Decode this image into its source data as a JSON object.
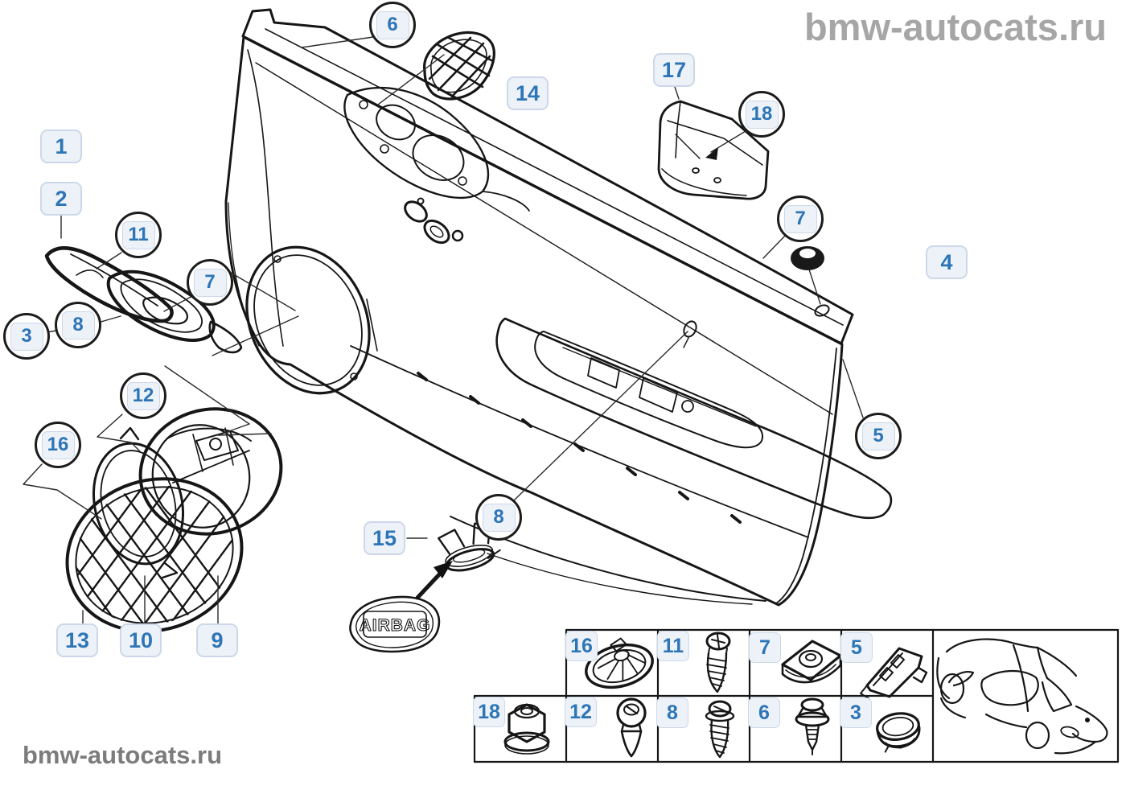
{
  "watermarks": {
    "top_right": "bmw-autocats.ru",
    "bottom_left": "bmw-autocats.ru"
  },
  "airbag_badge": {
    "text": "AIRBAG"
  },
  "colors": {
    "label_text": "#2e75b6",
    "label_bg": "#edf2f9",
    "label_border": "#ccd8e9",
    "line_art": "#161616",
    "watermark_top": "#a6a6a6",
    "watermark_bottom": "#7c7c7c"
  },
  "diagram_labels": [
    {
      "num": "1",
      "style": "badge"
    },
    {
      "num": "2",
      "style": "badge"
    },
    {
      "num": "11",
      "style": "circle"
    },
    {
      "num": "7",
      "style": "circle"
    },
    {
      "num": "3",
      "style": "circle"
    },
    {
      "num": "8",
      "style": "circle"
    },
    {
      "num": "6",
      "style": "circle"
    },
    {
      "num": "14",
      "style": "badge"
    },
    {
      "num": "17",
      "style": "badge"
    },
    {
      "num": "18",
      "style": "circle"
    },
    {
      "num": "7",
      "style": "circle"
    },
    {
      "num": "4",
      "style": "badge"
    },
    {
      "num": "5",
      "style": "circle"
    },
    {
      "num": "12",
      "style": "circle"
    },
    {
      "num": "16",
      "style": "circle"
    },
    {
      "num": "8",
      "style": "circle"
    },
    {
      "num": "15",
      "style": "badge"
    },
    {
      "num": "13",
      "style": "badge"
    },
    {
      "num": "10",
      "style": "badge"
    },
    {
      "num": "9",
      "style": "badge"
    }
  ],
  "fastener_table": {
    "row1": [
      {
        "label": "16",
        "icon": "washer-grommet"
      },
      {
        "label": "11",
        "icon": "round-head-screw"
      },
      {
        "label": "7",
        "icon": "clip-nut"
      },
      {
        "label": "5",
        "icon": "bracket-clip"
      }
    ],
    "row2": [
      {
        "label": "18",
        "icon": "flange-nut"
      },
      {
        "label": "12",
        "icon": "expansion-rivet"
      },
      {
        "label": "8",
        "icon": "pan-head-screw"
      },
      {
        "label": "6",
        "icon": "push-rivet"
      },
      {
        "label": "3",
        "icon": "cover-cap"
      }
    ]
  },
  "car_thumbnail": {
    "icon": "car-outline"
  }
}
